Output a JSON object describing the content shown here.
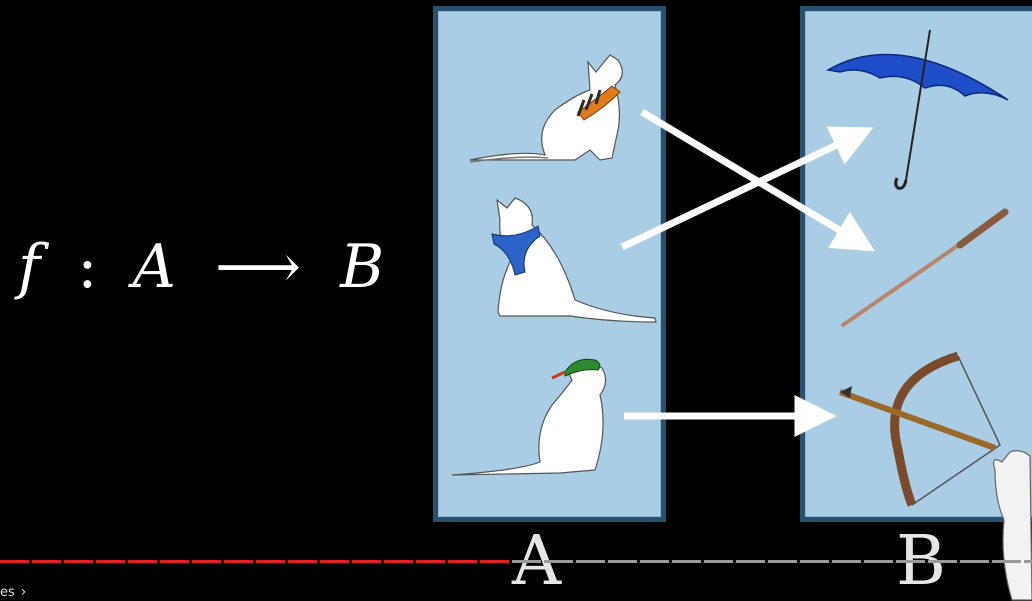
{
  "formula": {
    "f": "f",
    "colon": ":",
    "domain": "A",
    "arrow": "⟶",
    "codomain": "B"
  },
  "sets": {
    "a_label": "A",
    "b_label": "B"
  },
  "domain_items": [
    "cat-orange-scarf",
    "cat-blue-scarf",
    "cat-green-hat"
  ],
  "codomain_items": [
    "umbrella",
    "wand",
    "crossbow"
  ],
  "mapping": [
    {
      "from": "cat-orange-scarf",
      "to": "wand"
    },
    {
      "from": "cat-blue-scarf",
      "to": "umbrella"
    },
    {
      "from": "cat-green-hat",
      "to": "crossbow"
    }
  ],
  "player": {
    "progress": 0.5,
    "chapters_text": "es",
    "played_color": "#e02020",
    "unplayed_color": "#9a9a9a"
  },
  "colors": {
    "panel": "#a9cde4",
    "panel_border": "#27506e",
    "arrow": "#ffffff"
  }
}
